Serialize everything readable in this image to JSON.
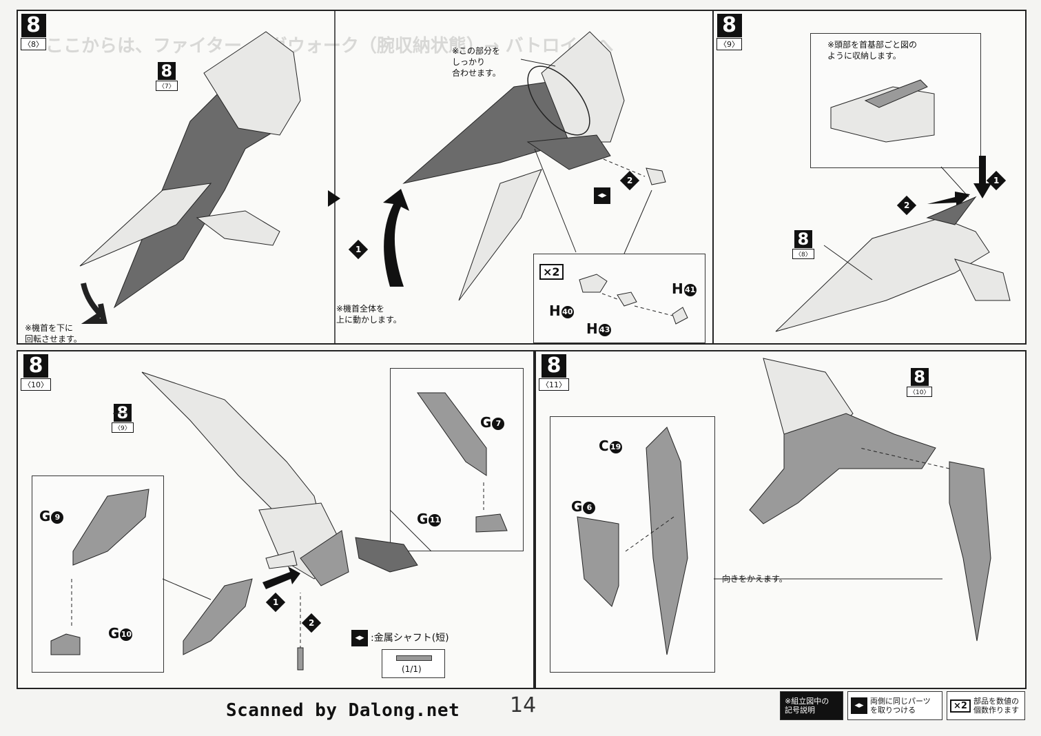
{
  "page": {
    "number": "14",
    "scan_credit": "Scanned by Dalong.net",
    "ghost_heading": "ここからは、ファイター → ガウォーク（腕収納状態）→ バトロイドへ"
  },
  "steps": {
    "s8_8": {
      "num": "8",
      "sub": "〈8〉",
      "ref": {
        "num": "8",
        "sub": "〈7〉"
      }
    },
    "s8_9": {
      "num": "8",
      "sub": "〈9〉",
      "ref": {
        "num": "8",
        "sub": "〈8〉"
      }
    },
    "s8_10": {
      "num": "8",
      "sub": "〈10〉",
      "ref": {
        "num": "8",
        "sub": "〈9〉"
      }
    },
    "s8_11": {
      "num": "8",
      "sub": "〈11〉",
      "ref": {
        "num": "8",
        "sub": "〈10〉"
      }
    }
  },
  "notes": {
    "rotate_nose": "※機首を下に\n回転させます。",
    "move_nose": "※機首全体を\n上に動かします。",
    "fit_part": "※この部分を\nしっかり\n合わせます。",
    "store_head": "※頭部を首基部ごと図の\nように収納します。",
    "change_direction": "向きをかえます。",
    "shaft": ":金属シャフト(短)",
    "shaft_count": "(1/1)"
  },
  "parts": {
    "h40": {
      "letter": "H",
      "num": "40"
    },
    "h41": {
      "letter": "H",
      "num": "41"
    },
    "h43": {
      "letter": "H",
      "num": "43"
    },
    "g6": {
      "letter": "G",
      "num": "6"
    },
    "g7": {
      "letter": "G",
      "num": "7"
    },
    "g9": {
      "letter": "G",
      "num": "9"
    },
    "g10": {
      "letter": "G",
      "num": "10"
    },
    "g11": {
      "letter": "G",
      "num": "11"
    },
    "c19": {
      "letter": "C",
      "num": "19"
    }
  },
  "markers": {
    "one": "1",
    "two": "2",
    "x2": "×2"
  },
  "legend": {
    "title": "※組立図中の\n記号説明",
    "both_sides": "両側に同じパーツ\nを取りつける",
    "x2_desc": "部品を数値の\n個数作ります",
    "x2_label": "×2"
  },
  "colors": {
    "part_dark": "#6b6b6b",
    "part_mid": "#9a9a9a",
    "part_light": "#e8e8e6",
    "line": "#222222"
  }
}
